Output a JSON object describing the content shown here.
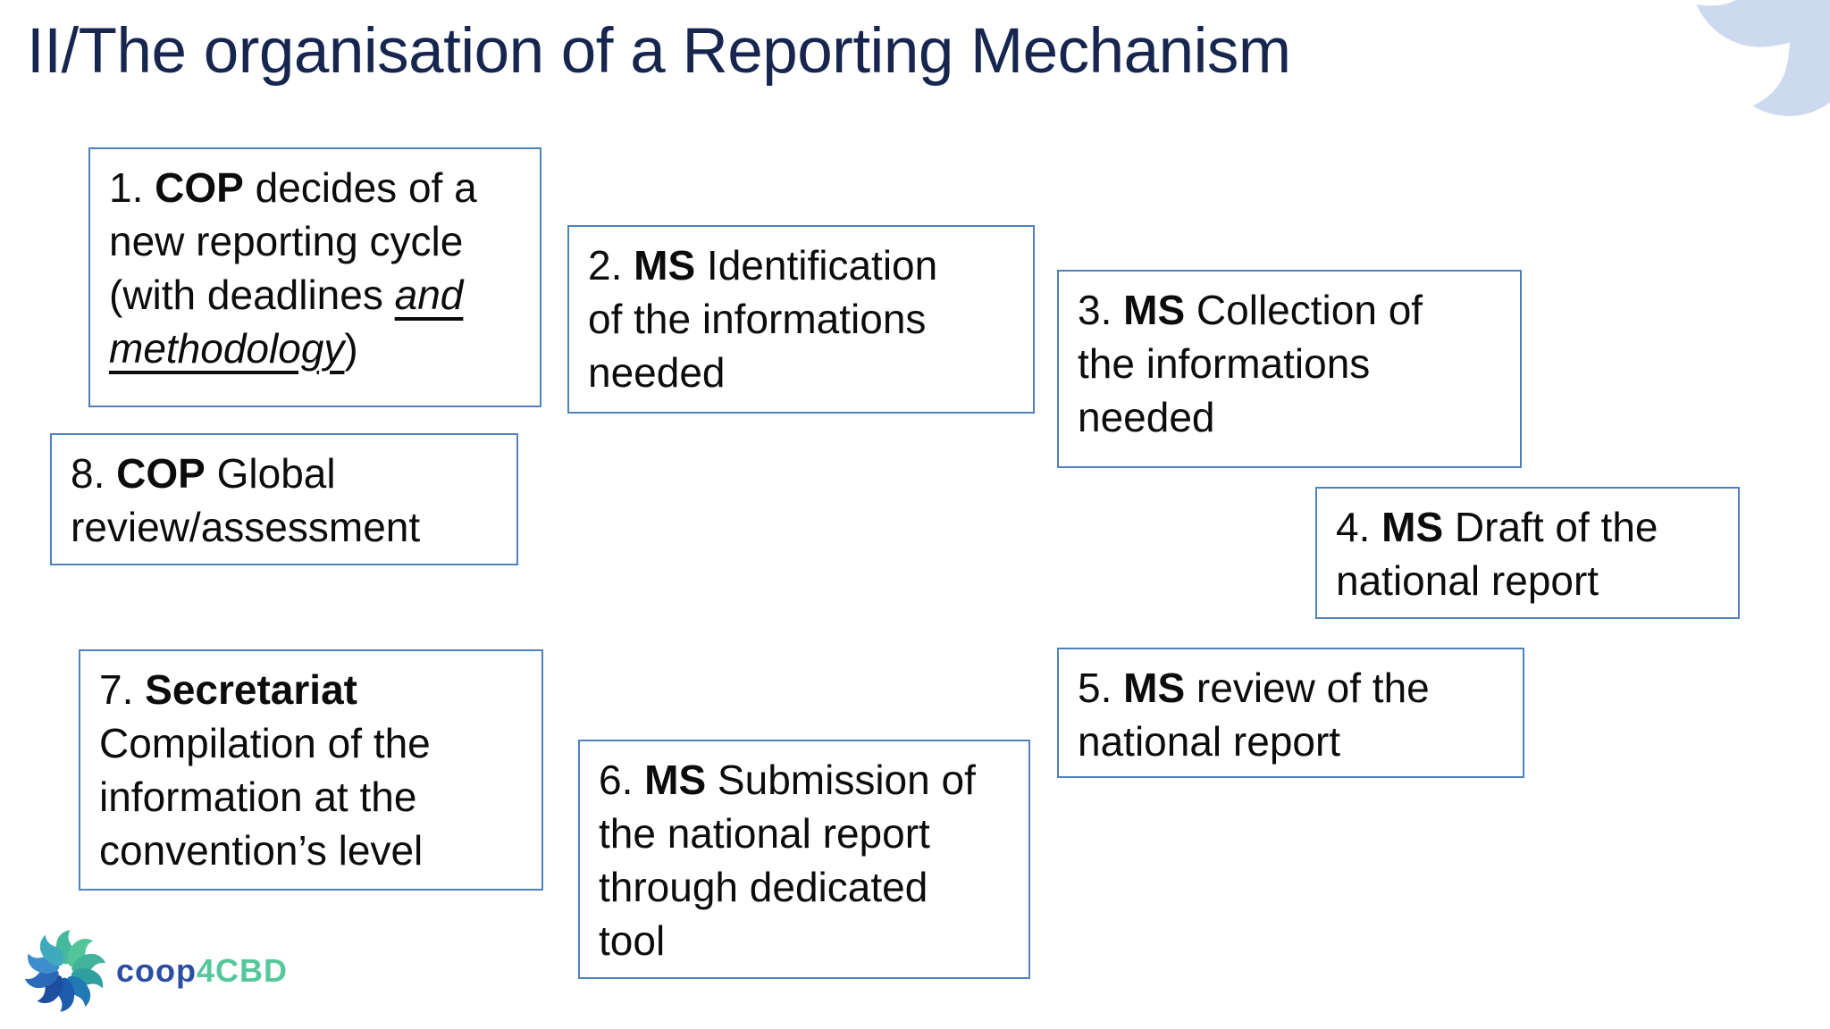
{
  "slide": {
    "title": "II/The organisation of a Reporting Mechanism"
  },
  "colors": {
    "title_text": "#17264f",
    "box_border": "#4f81bd",
    "box_text": "#0c0c0c",
    "logo_blue": "#2b4ea3",
    "logo_green": "#55c79b",
    "corner_decor_leaf": "#ccd9ee"
  },
  "boxes": [
    {
      "name": "cop-decides-new-cycle",
      "lines": [
        [
          {
            "t": "1. "
          },
          {
            "t": "COP",
            "b": true
          },
          {
            "t": " decides of a"
          }
        ],
        [
          {
            "t": "new reporting cycle"
          }
        ],
        [
          {
            "t": "(with deadlines "
          },
          {
            "t": "and",
            "i": true,
            "u": true
          }
        ],
        [
          {
            "t": "methodology",
            "i": true,
            "u": true
          },
          {
            "t": ")"
          }
        ]
      ]
    },
    {
      "name": "ms-identification-informations",
      "lines": [
        [
          {
            "t": "2. "
          },
          {
            "t": "MS",
            "b": true
          },
          {
            "t": " Identification"
          }
        ],
        [
          {
            "t": "of the informations"
          }
        ],
        [
          {
            "t": "needed"
          }
        ]
      ]
    },
    {
      "name": "ms-collection-informations",
      "lines": [
        [
          {
            "t": "3. "
          },
          {
            "t": "MS",
            "b": true
          },
          {
            "t": " Collection of"
          }
        ],
        [
          {
            "t": "the informations"
          }
        ],
        [
          {
            "t": "needed"
          }
        ]
      ]
    },
    {
      "name": "ms-draft-national-report",
      "lines": [
        [
          {
            "t": "4. "
          },
          {
            "t": "MS",
            "b": true
          },
          {
            "t": " Draft of the"
          }
        ],
        [
          {
            "t": "national report"
          }
        ]
      ]
    },
    {
      "name": "ms-review-national-report",
      "lines": [
        [
          {
            "t": "5. "
          },
          {
            "t": "MS",
            "b": true
          },
          {
            "t": " review of the"
          }
        ],
        [
          {
            "t": "national report"
          }
        ]
      ]
    },
    {
      "name": "ms-submission-dedicated-tool",
      "lines": [
        [
          {
            "t": "6. "
          },
          {
            "t": "MS",
            "b": true
          },
          {
            "t": " Submission of"
          }
        ],
        [
          {
            "t": "the national report"
          }
        ],
        [
          {
            "t": "through dedicated"
          }
        ],
        [
          {
            "t": "tool"
          }
        ]
      ]
    },
    {
      "name": "secretariat-compilation",
      "lines": [
        [
          {
            "t": "7. "
          },
          {
            "t": "Secretariat",
            "b": true
          }
        ],
        [
          {
            "t": "Compilation of the"
          }
        ],
        [
          {
            "t": "information at the"
          }
        ],
        [
          {
            "t": "convention’s level"
          }
        ]
      ]
    },
    {
      "name": "cop-global-review",
      "lines": [
        [
          {
            "t": "8. "
          },
          {
            "t": "COP",
            "b": true
          },
          {
            "t": " Global"
          }
        ],
        [
          {
            "t": "review/assessment"
          }
        ]
      ]
    }
  ],
  "logo": {
    "part1": "coop",
    "part2": "4CBD",
    "swirl_colors": [
      "#45b99c",
      "#53c59a",
      "#43b29b",
      "#2f9f9f",
      "#2179b4",
      "#1d5cab",
      "#1e4f9e",
      "#2a6ab8",
      "#3e8ecd",
      "#3fa9bd"
    ]
  },
  "decor": {
    "swirl_colors": [
      "#ccd9ee",
      "#ccd9ee",
      "#ccd9ee",
      "#ccd9ee",
      "#ccd9ee",
      "#ccd9ee",
      "#ccd9ee",
      "#ccd9ee",
      "#ccd9ee",
      "#ccd9ee"
    ]
  }
}
